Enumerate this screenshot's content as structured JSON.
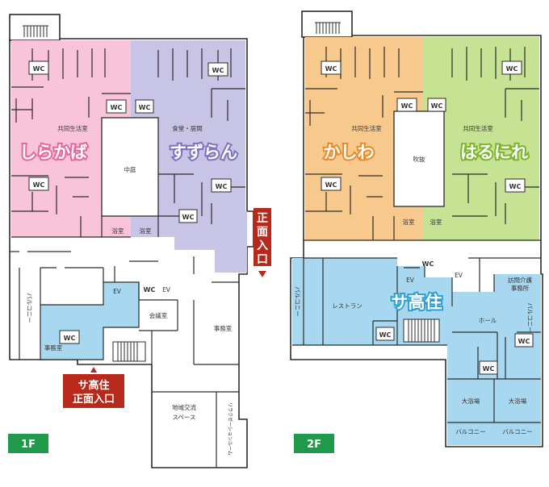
{
  "colors": {
    "shirakaba": "#f9c4d9",
    "suzuran": "#c8c4e6",
    "kashiwa": "#f8c98c",
    "harunire": "#c6e293",
    "sakoju": "#a7d8ef",
    "entrance_marker": "#b8291b",
    "floor_tag": "#1f9a4b",
    "walls": "#2b2b2b"
  },
  "floor1": {
    "label": "1F",
    "zones": {
      "shirakaba": "しらかば",
      "suzuran": "すずらん"
    },
    "rooms": {
      "common_living": "共同生活室",
      "dining": "食堂・居間",
      "courtyard": "中庭",
      "bath_left": "浴室",
      "bath_right": "浴室",
      "balcony": "バルコニー",
      "office_sakoju": "事務室",
      "meeting": "会議室",
      "office": "事務室",
      "community_line1": "地域交流",
      "community_line2": "スペース",
      "relax": "リラクゼーションルーム",
      "ev1": "EV",
      "ev2": "EV",
      "wc_plain": "WC"
    },
    "wc": "WC",
    "main_entrance": [
      "正",
      "面",
      "入",
      "口"
    ],
    "sakoju_entrance_line1": "サ高住",
    "sakoju_entrance_line2": "正面入口"
  },
  "floor2": {
    "label": "2F",
    "zones": {
      "kashiwa": "かしわ",
      "harunire": "はるにれ",
      "sakoju": "サ高住"
    },
    "rooms": {
      "common_living_left": "共同生活室",
      "common_living_right": "共同生活室",
      "atrium": "吹抜",
      "bath_left": "浴室",
      "bath_right": "浴室",
      "balcony_left": "バルコニー",
      "restaurant": "レストラン",
      "hall": "ホール",
      "balcony_right": "バルコニー",
      "care_line1": "訪問介護",
      "care_line2": "事務所",
      "big_bath_left": "大浴場",
      "big_bath_right": "大浴場",
      "balcony_bottom_left": "バルコニー",
      "balcony_bottom_right": "バルコニー",
      "ev1": "EV",
      "ev2": "EV",
      "wc_plain": "WC"
    },
    "wc": "WC"
  }
}
